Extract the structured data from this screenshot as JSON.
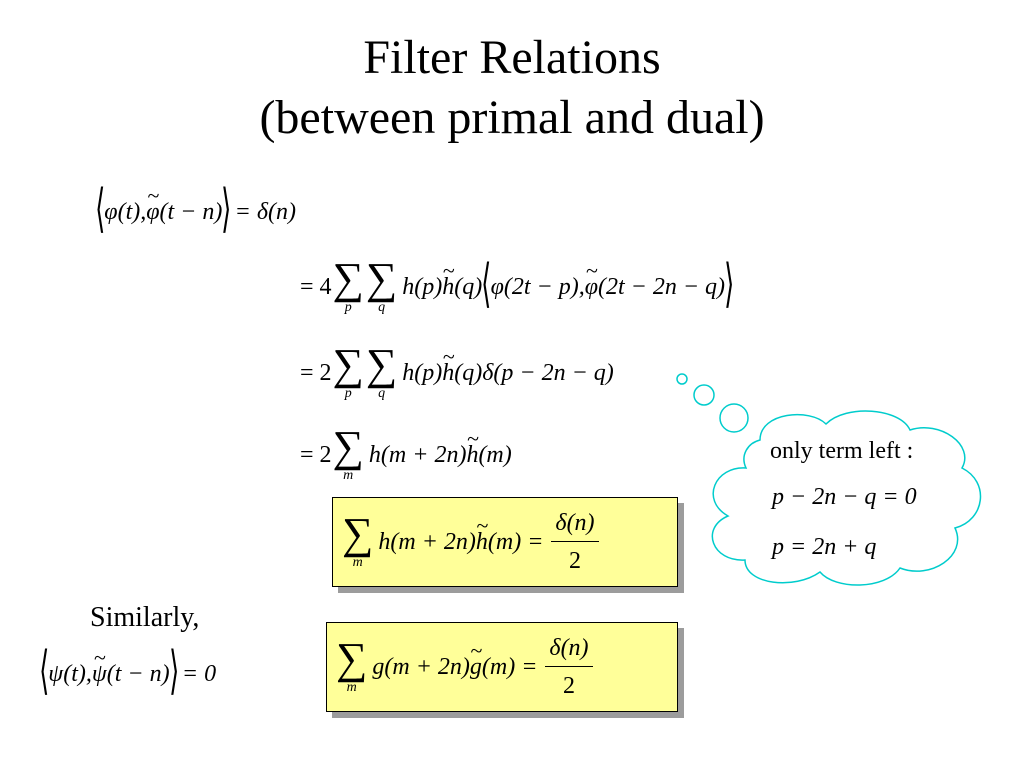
{
  "title": {
    "line1": "Filter Relations",
    "line2": "(between primal and dual)"
  },
  "equations": {
    "e1": {
      "phi_t": "φ(t),",
      "phit_tn": "φ",
      "tail": "(t − n)",
      "eq": "= δ(n)"
    },
    "e2": {
      "coef": "= 4",
      "sub_p": "p",
      "sub_q": "q",
      "hp": "h(p)",
      "h": "h",
      "hq": "(q)",
      "phi": "φ(2t − p),",
      "phit": "φ",
      "tail": "(2t − 2n − q)"
    },
    "e3": {
      "coef": "= 2",
      "sub_p": "p",
      "sub_q": "q",
      "hp": "h(p)",
      "h": "h",
      "tail": "(q)δ(p − 2n − q)"
    },
    "e4": {
      "coef": "= 2",
      "sub_m": "m",
      "hm": "h(m + 2n)",
      "h": "h",
      "tail": "(m)"
    }
  },
  "box1": {
    "sub": "m",
    "lhs": "h(m + 2n)",
    "ht": "h",
    "mid": "(m) =",
    "num": "δ(n)",
    "den": "2"
  },
  "box2": {
    "sub": "m",
    "lhs": "g(m + 2n)",
    "gt": "g",
    "mid": "(m) =",
    "num": "δ(n)",
    "den": "2"
  },
  "similarly": "Similarly,",
  "psi_eq": {
    "psi": "ψ(t),",
    "psit": "ψ",
    "tail": "(t − n)",
    "eq": "= 0"
  },
  "thought": {
    "line1": "only term left :",
    "line2": "p − 2n − q = 0",
    "line3": "p = 2n + q"
  },
  "colors": {
    "box_fill": "#ffff99",
    "box_shadow": "#9c9c9c",
    "cloud_fill": "#ffffff",
    "cloud_stroke": "#00cccc"
  }
}
